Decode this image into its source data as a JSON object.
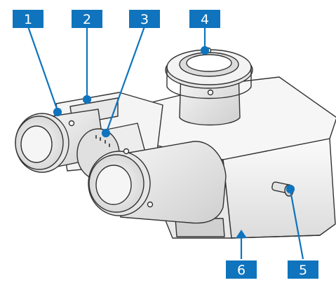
{
  "labels": [
    "1",
    "2",
    "3",
    "4",
    "5",
    "6"
  ],
  "colors": {
    "label_background": "#0f74bd",
    "label_text": "#ffffff",
    "leader_line": "#0f74bd",
    "body_fill": "#f2f2f2",
    "body_shade": "#d7d7d7",
    "outline": "#333333"
  }
}
